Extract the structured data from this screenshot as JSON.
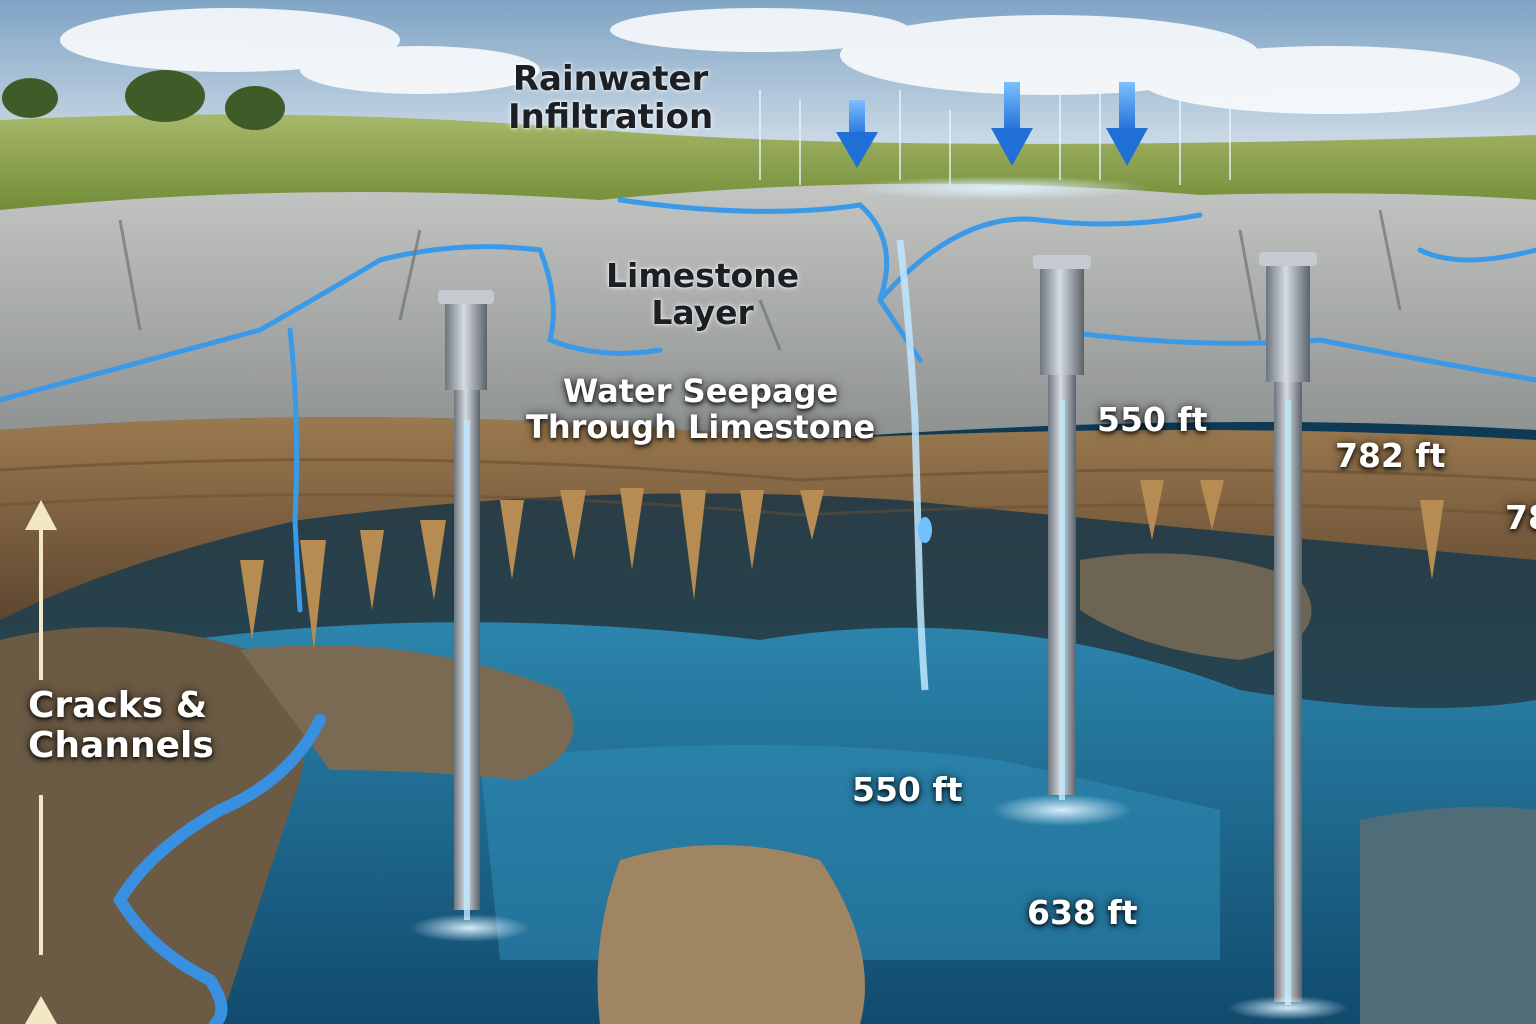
{
  "labels": {
    "rainwater": "Rainwater\nInfiltration",
    "limestone": "Limestone\nLayer",
    "seepage": "Water Seepage\nThrough Limestone",
    "cracks": "Cracks &\nChannels"
  },
  "depths": {
    "d1": "550 ft",
    "d2": "782 ft",
    "d3": "78",
    "d4": "550 ft",
    "d5": "638 ft"
  },
  "colors": {
    "sky_top": "#7fa4c4",
    "sky_bottom": "#e8eef3",
    "grass": "#8fa84a",
    "limestone": "#a6a9a8",
    "sediment": "#8a6a45",
    "water": "#1f6e96",
    "flow_blue": "#2f8de0",
    "pipe": "#9aa3ad"
  }
}
